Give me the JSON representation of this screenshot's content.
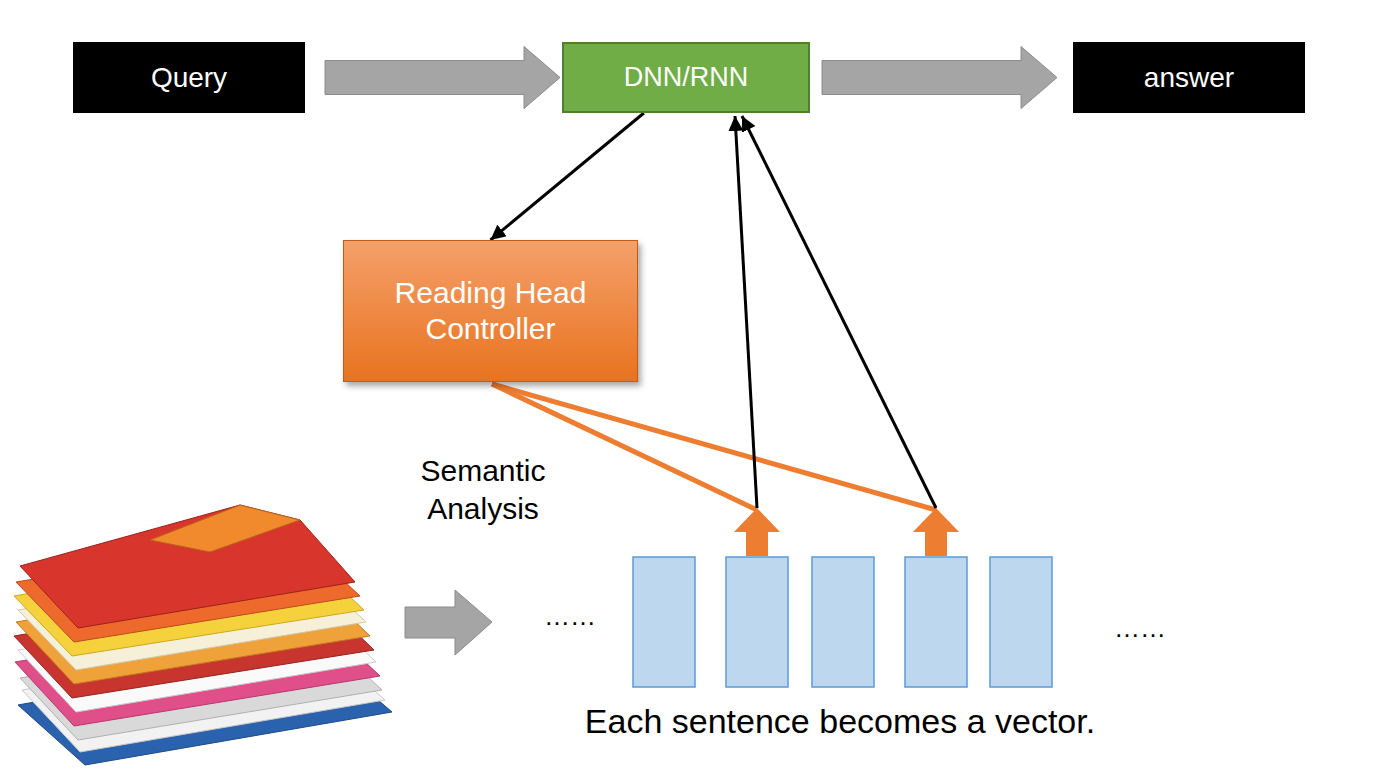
{
  "diagram": {
    "nodes": [
      {
        "text": [
          "Query"
        ]
      },
      {
        "text": [
          "DNN/RNN"
        ]
      },
      {
        "text": [
          "answer"
        ]
      },
      {
        "text": [
          "Reading Head Controller"
        ]
      }
    ],
    "edges": [
      {
        "from": 0,
        "to": 1,
        "arrow": "to"
      },
      {
        "from": 1,
        "to": 2,
        "arrow": "to"
      },
      {
        "from": 1,
        "to": 3,
        "arrow": "to"
      }
    ],
    "labels": [
      "Semantic Analysis",
      "……",
      "……",
      "Each sentence becomes a vector."
    ]
  }
}
